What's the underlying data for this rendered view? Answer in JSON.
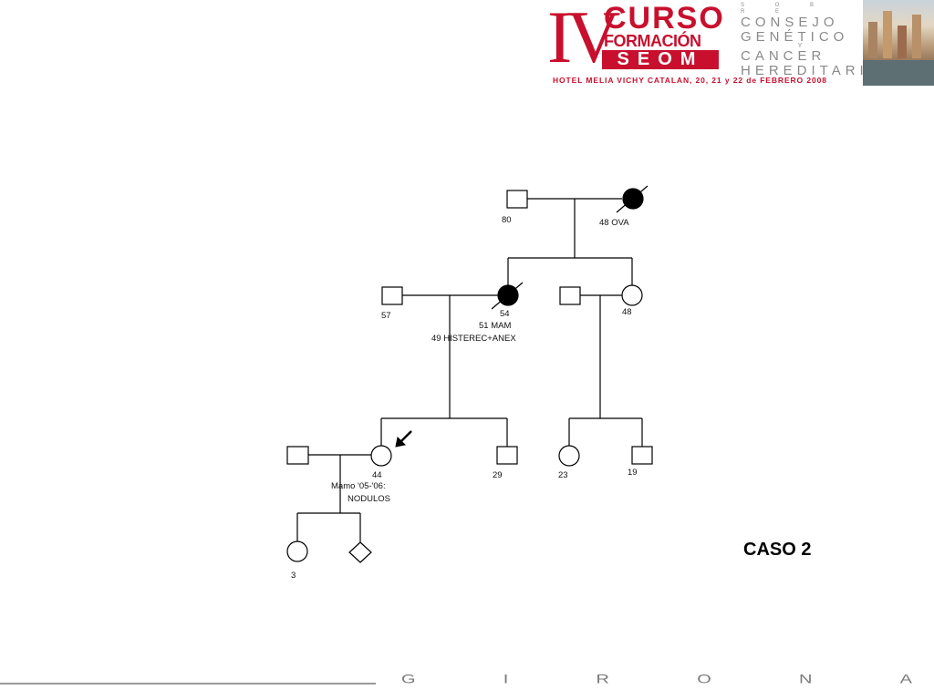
{
  "header": {
    "roman": "IV",
    "curso": "CURSO",
    "formacion": "FORMACIÓN",
    "seom": "SEOM",
    "sobre": "S O B R E",
    "consejo": "CONSEJO",
    "genetico": "GENÉTICO",
    "y": "Y",
    "cancer": "CANCER",
    "hereditario": "HEREDITARIO",
    "venue": "HOTEL MELIA VICHY CATALAN, 20, 21 y 22 de FEBRERO 2008",
    "brand_color": "#c8102e"
  },
  "pedigree": {
    "gen1_male_age": "80",
    "gen1_female_label": "48 OVA",
    "gen2_male_age": "57",
    "gen2_female_age": "54",
    "gen2_female_note1": "51 MAM",
    "gen2_female_note2": "49 HISTEREC+ANEX",
    "gen2_sister_age": "48",
    "gen3_proband_age": "44",
    "gen3_proband_note1": "Mamo '05-'06:",
    "gen3_proband_note2": "NODULOS",
    "gen3_brother_age": "29",
    "gen3_cousin_female_age": "23",
    "gen3_cousin_male_age": "19",
    "gen4_daughter_age": "3"
  },
  "case_title": "CASO 2",
  "footer": {
    "letters": [
      "G",
      "I",
      "R",
      "O",
      "N",
      "A"
    ]
  }
}
